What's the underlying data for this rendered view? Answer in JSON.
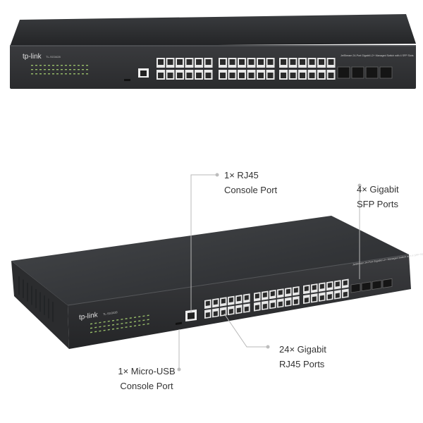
{
  "brand": {
    "logo": "tp-link",
    "model": "TL-SG3428"
  },
  "top_view": {
    "front_label": "JetStream 24-Port Gigabit L2+ Managed Switch with 4 SFP Slots"
  },
  "callouts": {
    "rj45_console": {
      "line1": "1× RJ45",
      "line2": "Console Port"
    },
    "sfp_ports": {
      "line1": "4× Gigabit",
      "line2": "SFP Ports"
    },
    "gigabit_ports": {
      "line1": "24× Gigabit",
      "line2": "RJ45 Ports"
    },
    "usb_console": {
      "line1": "1× Micro-USB",
      "line2": "Console Port"
    }
  },
  "colors": {
    "chassis": "#2e3033",
    "port": "#e8e8e8",
    "led": "#9ac06a",
    "callout_line": "#b8b8b8",
    "text": "#333333"
  }
}
